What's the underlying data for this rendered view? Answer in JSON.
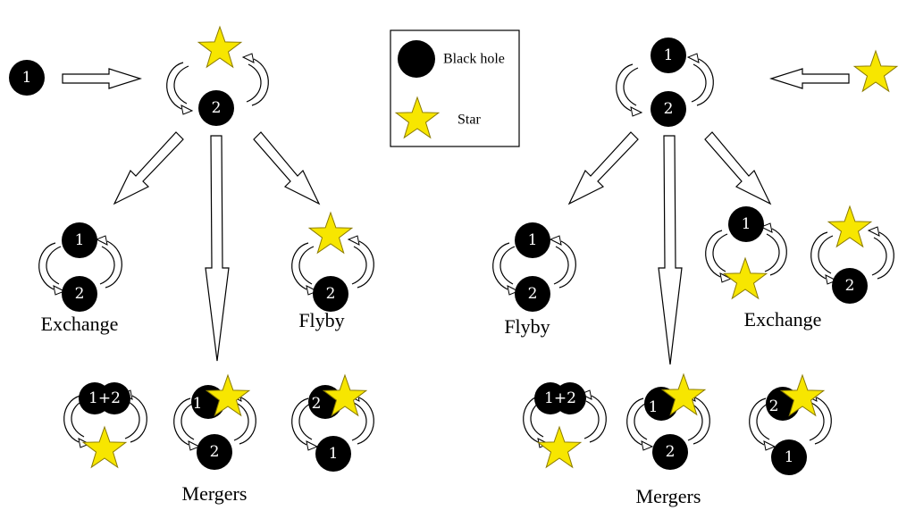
{
  "legend": {
    "black_hole_label": "Black hole",
    "star_label": "Star"
  },
  "colors": {
    "black_hole": "#000000",
    "star_fill": "#f7e600",
    "star_stroke": "#8a7a00",
    "label_on_hole": "#ffffff"
  },
  "left_panel": {
    "incoming_label": "1",
    "binary_hole_label": "2",
    "exchange_caption": "Exchange",
    "exchange_top": "1",
    "exchange_bottom": "2",
    "flyby_caption": "Flyby",
    "flyby_bottom": "2",
    "mergers_caption": "Mergers",
    "merger1_label": "1+2",
    "merger2_top": "1",
    "merger2_bottom": "2",
    "merger3_top": "2",
    "merger3_bottom": "1"
  },
  "right_panel": {
    "binary_top": "1",
    "binary_bottom": "2",
    "flyby_caption": "Flyby",
    "flyby_top": "1",
    "flyby_bottom": "2",
    "exchange_caption": "Exchange",
    "exchange1_top": "1",
    "exchange2_bottom": "2",
    "mergers_caption": "Mergers",
    "merger1_label": "1+2",
    "merger2_top": "1",
    "merger2_bottom": "2",
    "merger3_top": "2",
    "merger3_bottom": "1"
  }
}
